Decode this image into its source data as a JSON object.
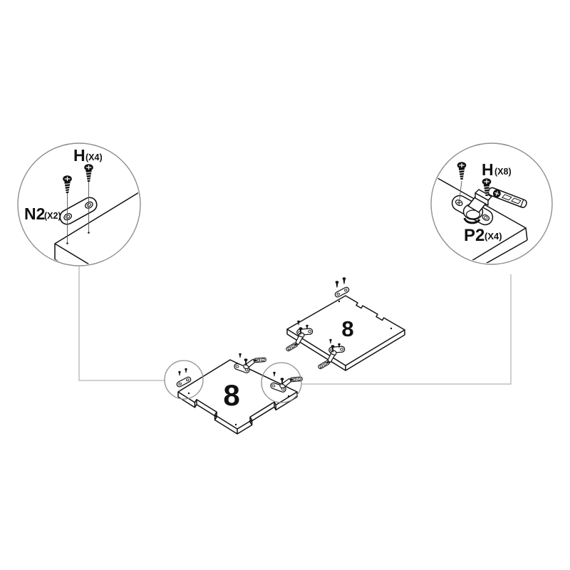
{
  "diagram": {
    "type": "furniture-assembly-step",
    "colors": {
      "line": "#111111",
      "callout_circle_stroke": "#8f8f8f",
      "connector_line": "#b5b5b5",
      "background": "#ffffff"
    },
    "callout_left": {
      "screw_code": "H",
      "screw_qty": "(X4)",
      "plate_code": "N2",
      "plate_qty": "(X2)"
    },
    "callout_right": {
      "screw_code": "H",
      "screw_qty": "(X8)",
      "hinge_code": "P2",
      "hinge_qty": "(X4)"
    },
    "front_panel": {
      "number": "8"
    },
    "back_panel": {
      "number": "8"
    }
  }
}
